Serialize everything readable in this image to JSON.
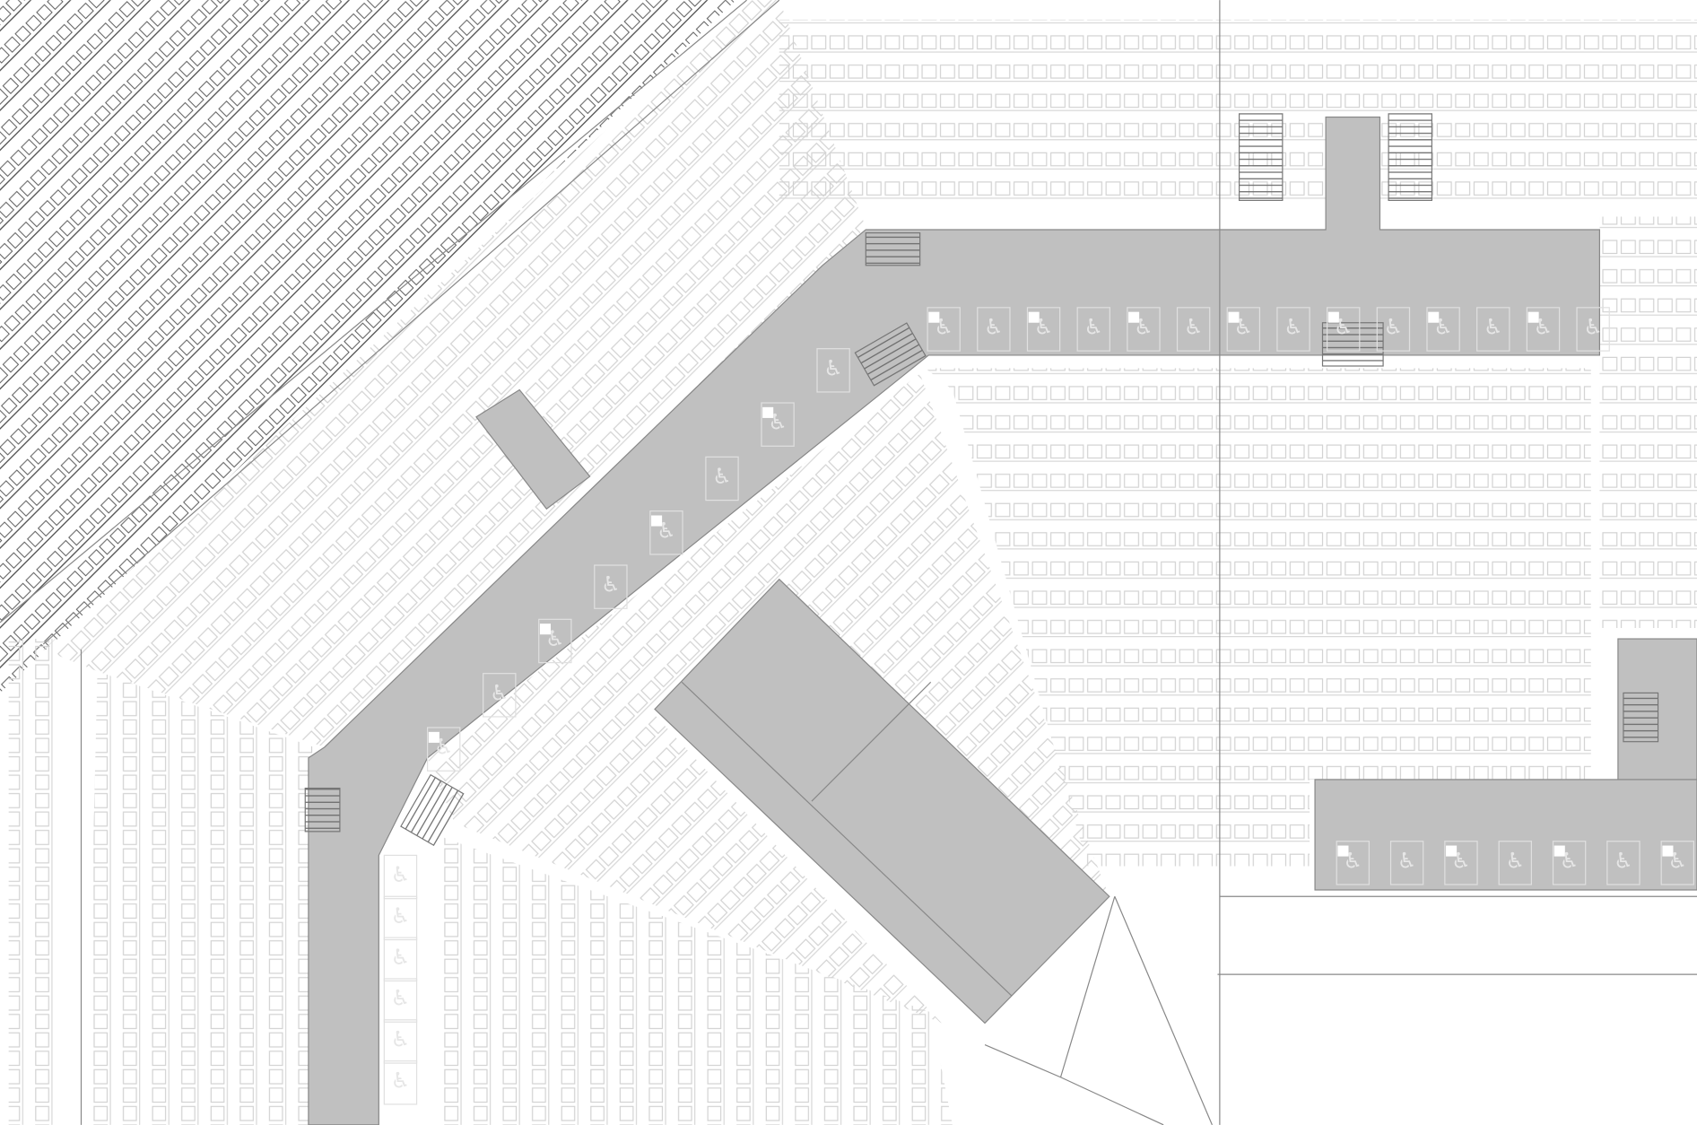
{
  "drawing": {
    "type": "stadium seating plan",
    "colors": {
      "background": "#ffffff",
      "concourse": "#c0c0c0",
      "seat_line_light": "#cfcfcf",
      "seat_line_dark": "#222222",
      "wall_line": "#888888",
      "accessible_seat": "#ffffff"
    },
    "icons": {
      "wheelchair": "♿"
    },
    "accessible_rows": [
      {
        "name": "upper-right-platform",
        "count": 14
      },
      {
        "name": "diagonal-platform",
        "count": 8
      },
      {
        "name": "left-vertical-platform",
        "count": 6
      },
      {
        "name": "lower-right-platform",
        "count": 7
      }
    ]
  }
}
